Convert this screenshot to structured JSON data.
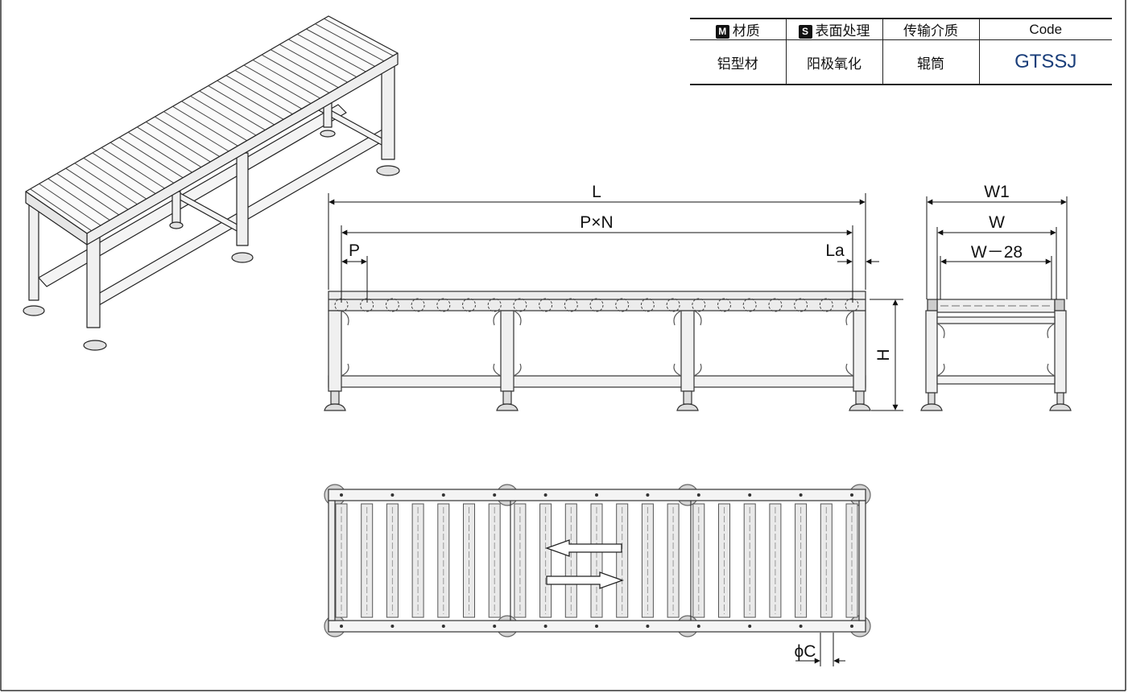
{
  "spec_table": {
    "headers": [
      {
        "badge": "M",
        "label": "材质"
      },
      {
        "badge": "S",
        "label": "表面处理"
      },
      {
        "badge": "",
        "label": "传输介质"
      },
      {
        "badge": "",
        "label": "Code"
      }
    ],
    "values": [
      "铝型材",
      "阳极氧化",
      "辊筒",
      "GTSSJ"
    ],
    "code_color": "#1a3e7a"
  },
  "front_view": {
    "labels": {
      "length": "L",
      "pitch_count": "P×N",
      "pitch": "P",
      "end_gap": "La",
      "height": "H"
    }
  },
  "side_view": {
    "labels": {
      "outer_width": "W1",
      "width": "W",
      "inner_width": "W－28"
    }
  },
  "top_view": {
    "labels": {
      "roller_diameter": "ϕC"
    }
  }
}
